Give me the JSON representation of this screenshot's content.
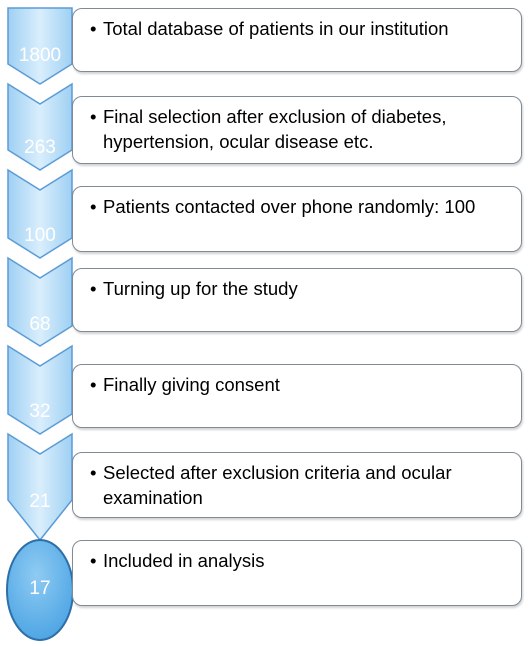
{
  "steps": [
    {
      "count": "1800",
      "text": "Total database of patients in our institution"
    },
    {
      "count": "263",
      "text": "Final selection after exclusion of diabetes, hypertension, ocular disease etc."
    },
    {
      "count": "100",
      "text": "Patients contacted over phone randomly: 100"
    },
    {
      "count": "68",
      "text": "Turning up for the study"
    },
    {
      "count": "32",
      "text": "Finally giving consent"
    },
    {
      "count": "21",
      "text": "Selected after exclusion criteria and ocular examination"
    },
    {
      "count": "17",
      "text": "Included in analysis"
    }
  ],
  "colors": {
    "chevron_fill_light": "#d6ecfb",
    "chevron_fill_dark": "#8ec8f0",
    "chevron_border": "#5b9bd5",
    "circle_fill": "#5aaee8",
    "circle_border": "#2e6fa8",
    "box_border": "#7f8c98"
  }
}
